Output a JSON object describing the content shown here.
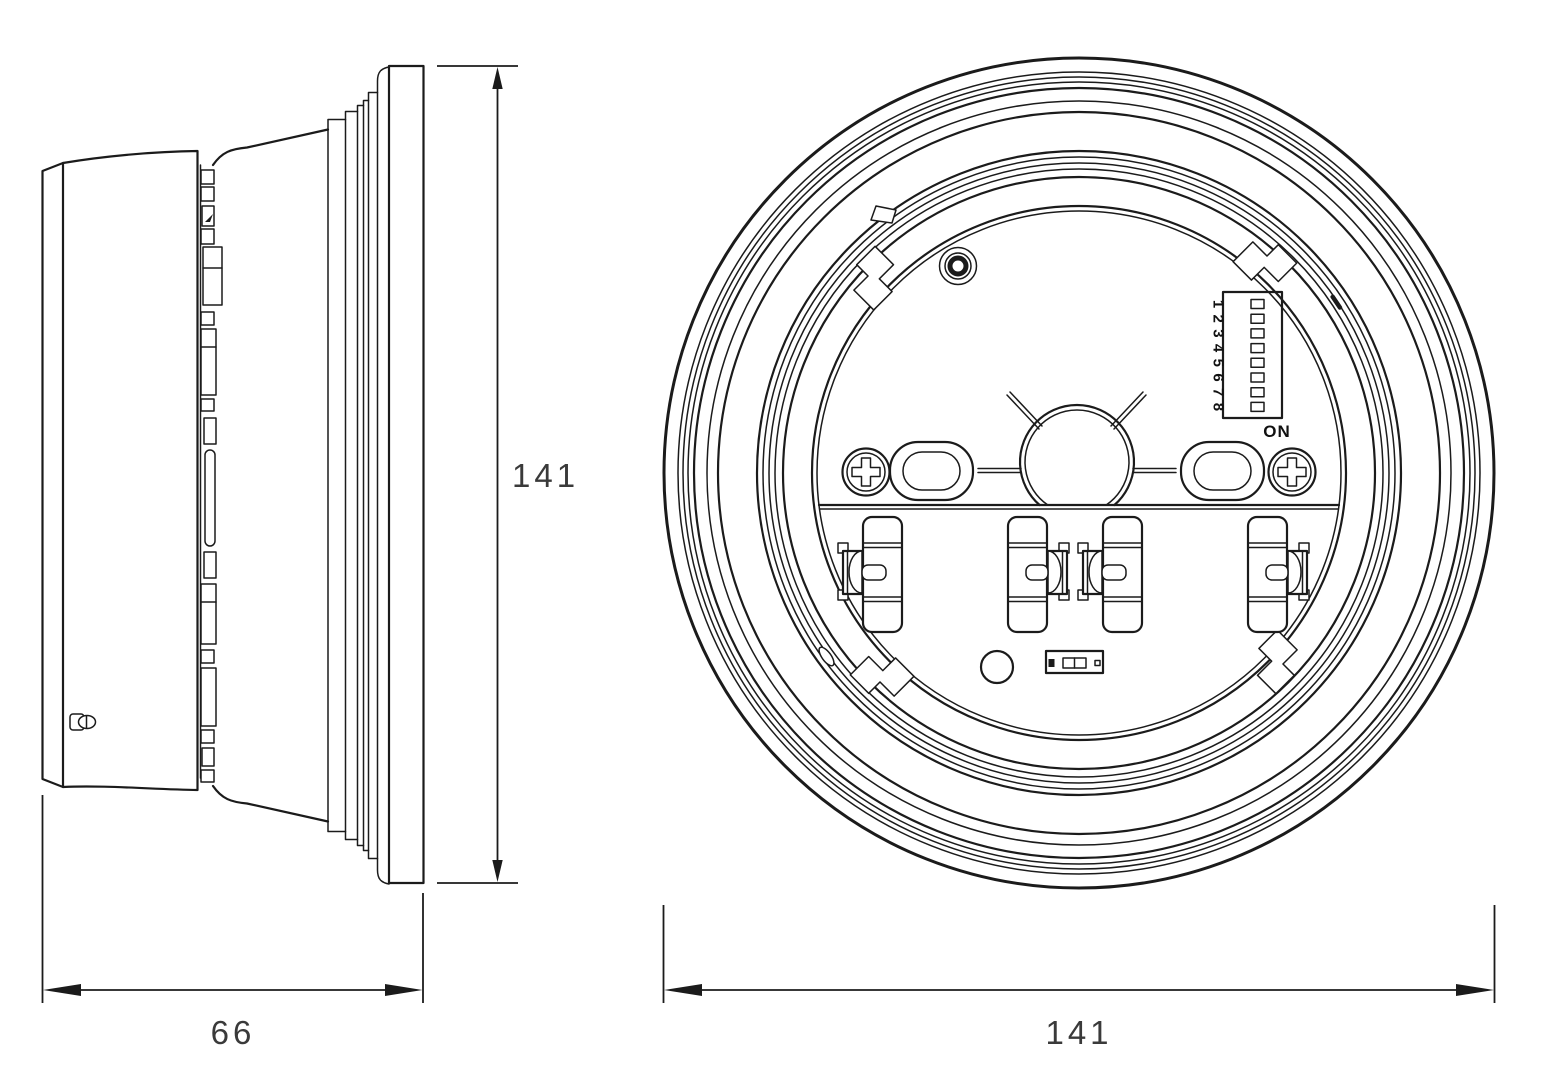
{
  "drawing": {
    "description": "Two-view technical line drawing of a round detector mounting base",
    "background": "#ffffff",
    "line_color": "#1b1b1b"
  },
  "side_view": {
    "height_dim": "141",
    "width_dim": "66"
  },
  "back_view": {
    "diameter_dim": "141",
    "terminal_count": 4
  },
  "dip_switch": {
    "positions": [
      "1",
      "2",
      "3",
      "4",
      "5",
      "6",
      "7",
      "8"
    ],
    "on_label": "ON"
  }
}
